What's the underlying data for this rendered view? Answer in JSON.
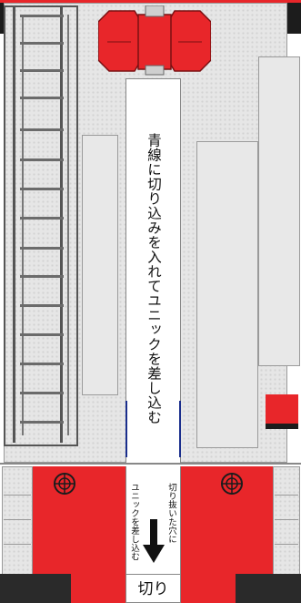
{
  "labels": {
    "main_instruction": "青線に切り込みを入れてユニックを差し込む",
    "left_note": "ユニックを差し込む",
    "right_note": "切り抜いた穴に",
    "cut_label": "切り"
  },
  "colors": {
    "red": "#e8262a",
    "dark": "#2a2a2a",
    "grey_floor": "#e6e6e6",
    "blue_line": "#1a2e8c"
  },
  "icons": [
    "arrow-down-icon",
    "crosshair-icon",
    "vehicle-icon",
    "ladder-icon"
  ]
}
